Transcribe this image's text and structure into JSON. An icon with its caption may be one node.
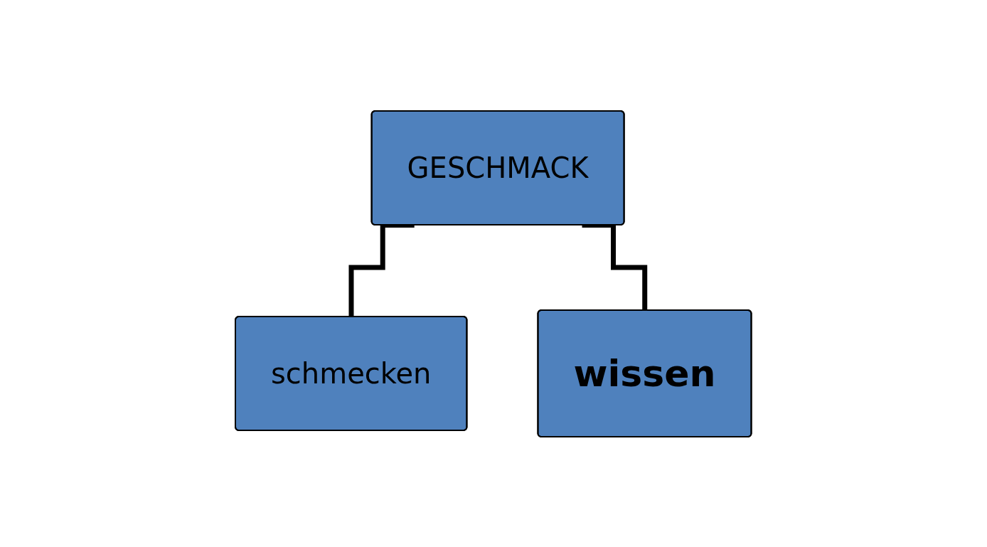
{
  "diagram": {
    "nodes": [
      {
        "text": [
          "GESCHMACK"
        ]
      },
      {
        "text": [
          "schmecken"
        ]
      },
      {
        "text": [
          "wissen"
        ]
      }
    ],
    "edges": [
      {
        "from": 0,
        "to": 1,
        "arrow": "none"
      },
      {
        "from": 0,
        "to": 2,
        "arrow": "none"
      }
    ]
  }
}
